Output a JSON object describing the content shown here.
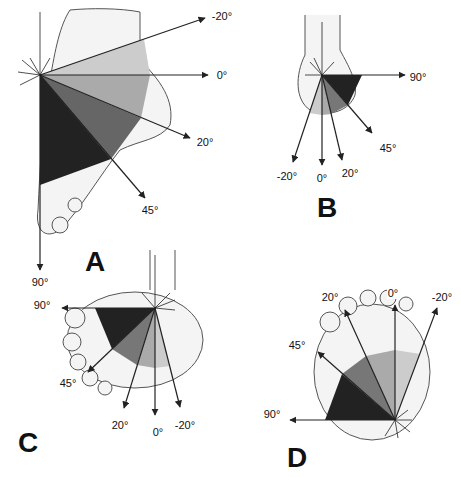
{
  "diagram": {
    "labels": [
      "-20°",
      "0°",
      "20°",
      "45°",
      "90°",
      "A",
      "90°",
      "45°",
      "-20°",
      "0°",
      "20°",
      "B",
      "90°",
      "45°",
      "20°",
      "0°",
      "-20°",
      "C",
      "20°",
      "0°",
      "-20°",
      "45°",
      "90°",
      "D"
    ]
  }
}
